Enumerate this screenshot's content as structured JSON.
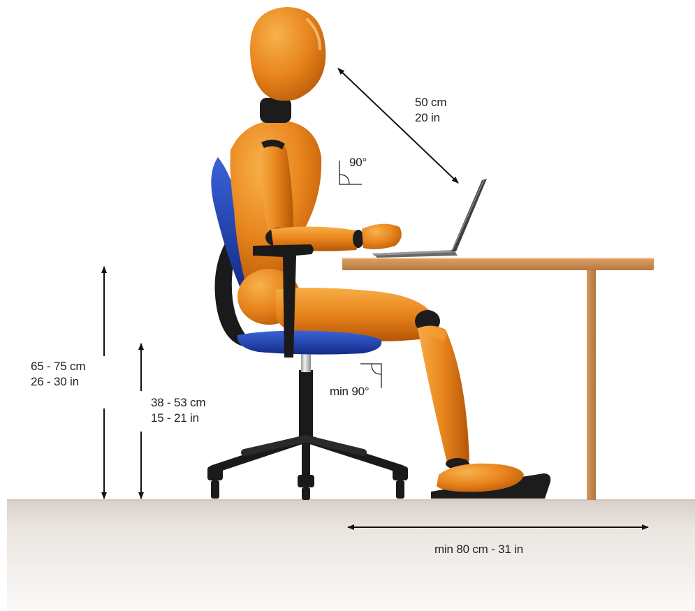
{
  "labels": {
    "eye_distance": {
      "cm": "50 cm",
      "in": "20 in"
    },
    "elbow_angle": "90°",
    "desk_height": {
      "cm": "65 - 75 cm",
      "in": "26 - 30 in"
    },
    "seat_height": {
      "cm": "38 - 53 cm",
      "in": "15 - 21 in"
    },
    "knee_angle": "min 90°",
    "leg_space": "min 80 cm - 31 in"
  },
  "colors": {
    "body": "#e8841c",
    "body_highlight": "#f7b04a",
    "body_shadow": "#b85a08",
    "joint": "#1c1c1c",
    "chair_blue": "#2346b8",
    "chair_black": "#1a1a1a",
    "desk": "#c9894e",
    "floor": "#e4ddd7"
  }
}
